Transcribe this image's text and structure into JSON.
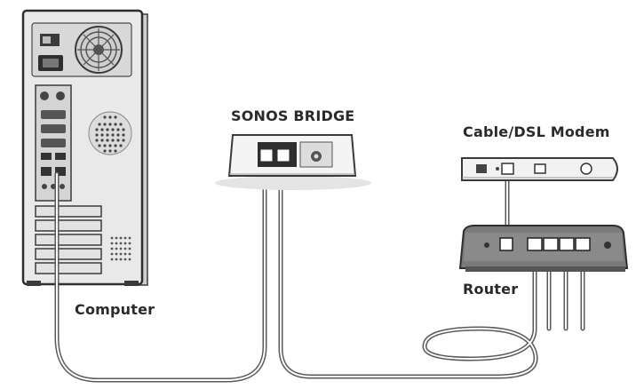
{
  "labels": {
    "bridge": "SONOS BRIDGE",
    "modem": "Cable/DSL Modem",
    "router": "Router",
    "computer": "Computer"
  },
  "colors": {
    "outline": "#3a3a3a",
    "device_fill": "#f2f2f2",
    "device_dark": "#6d6d6d",
    "cable": "#5a5a5a",
    "shadow": "#e6e6e6"
  }
}
